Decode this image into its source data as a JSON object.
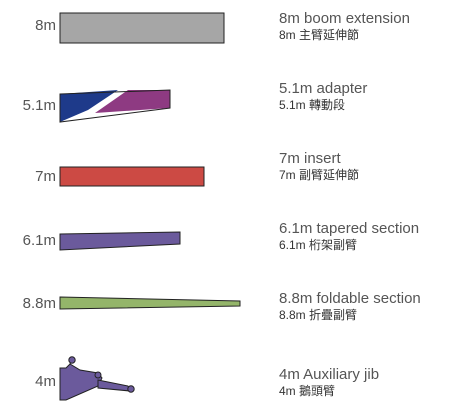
{
  "components": [
    {
      "id": "boom-extension",
      "length": "8m",
      "name_en": "8m boom extension",
      "name_zh": "8m 主臂延伸節",
      "fill": "#a6a6a6"
    },
    {
      "id": "adapter",
      "length": "5.1m",
      "name_en": "5.1m adapter",
      "name_zh": "5.1m 轉動段",
      "fill": "#1e3a8a",
      "fill2": "#8e3a82"
    },
    {
      "id": "insert",
      "length": "7m",
      "name_en": "7m insert",
      "name_zh": "7m 副臂延伸節",
      "fill": "#cc4a44"
    },
    {
      "id": "tapered-section",
      "length": "6.1m",
      "name_en": "6.1m tapered section",
      "name_zh": "6.1m 桁架副臂",
      "fill": "#6b5a9c"
    },
    {
      "id": "foldable-section",
      "length": "8.8m",
      "name_en": "8.8m foldable section",
      "name_zh": "8.8m 折疊副臂",
      "fill": "#94b56a"
    },
    {
      "id": "auxiliary-jib",
      "length": "4m",
      "name_en": "4m Auxiliary jib",
      "name_zh": "4m 鵝頭臂",
      "fill": "#6b5a9c"
    }
  ]
}
